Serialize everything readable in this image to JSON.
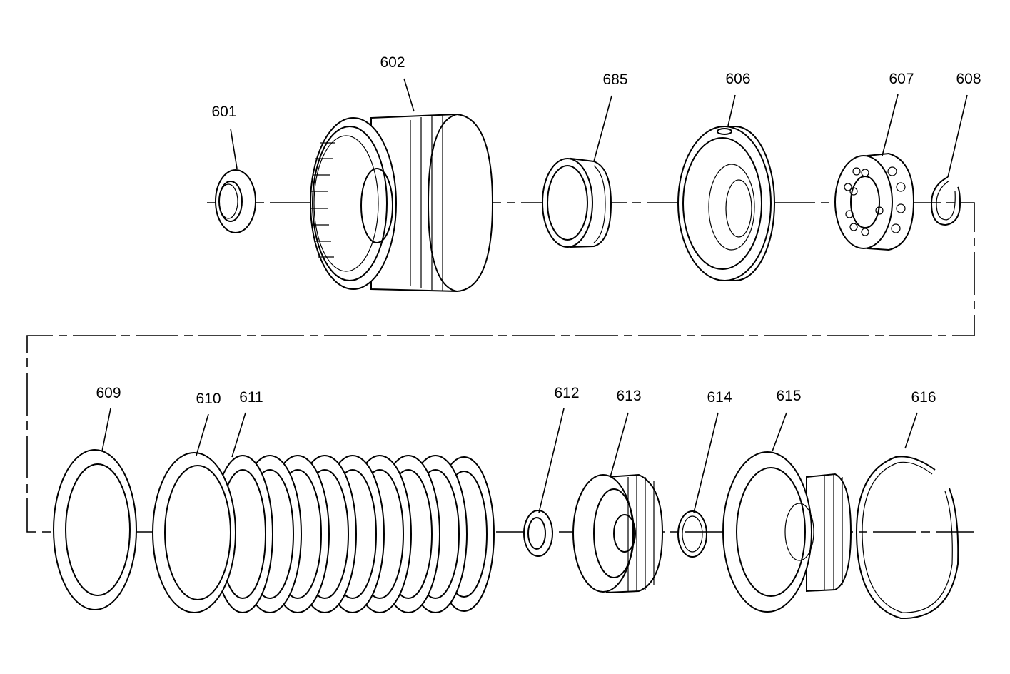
{
  "diagram": {
    "type": "exploded-parts-view",
    "parts": [
      {
        "id": "p601",
        "label": "601"
      },
      {
        "id": "p602",
        "label": "602"
      },
      {
        "id": "p685",
        "label": "685"
      },
      {
        "id": "p606",
        "label": "606"
      },
      {
        "id": "p607",
        "label": "607"
      },
      {
        "id": "p608",
        "label": "608"
      },
      {
        "id": "p609",
        "label": "609"
      },
      {
        "id": "p610",
        "label": "610"
      },
      {
        "id": "p611",
        "label": "611"
      },
      {
        "id": "p612",
        "label": "612"
      },
      {
        "id": "p613",
        "label": "613"
      },
      {
        "id": "p614",
        "label": "614"
      },
      {
        "id": "p615",
        "label": "615"
      },
      {
        "id": "p616",
        "label": "616"
      }
    ]
  }
}
